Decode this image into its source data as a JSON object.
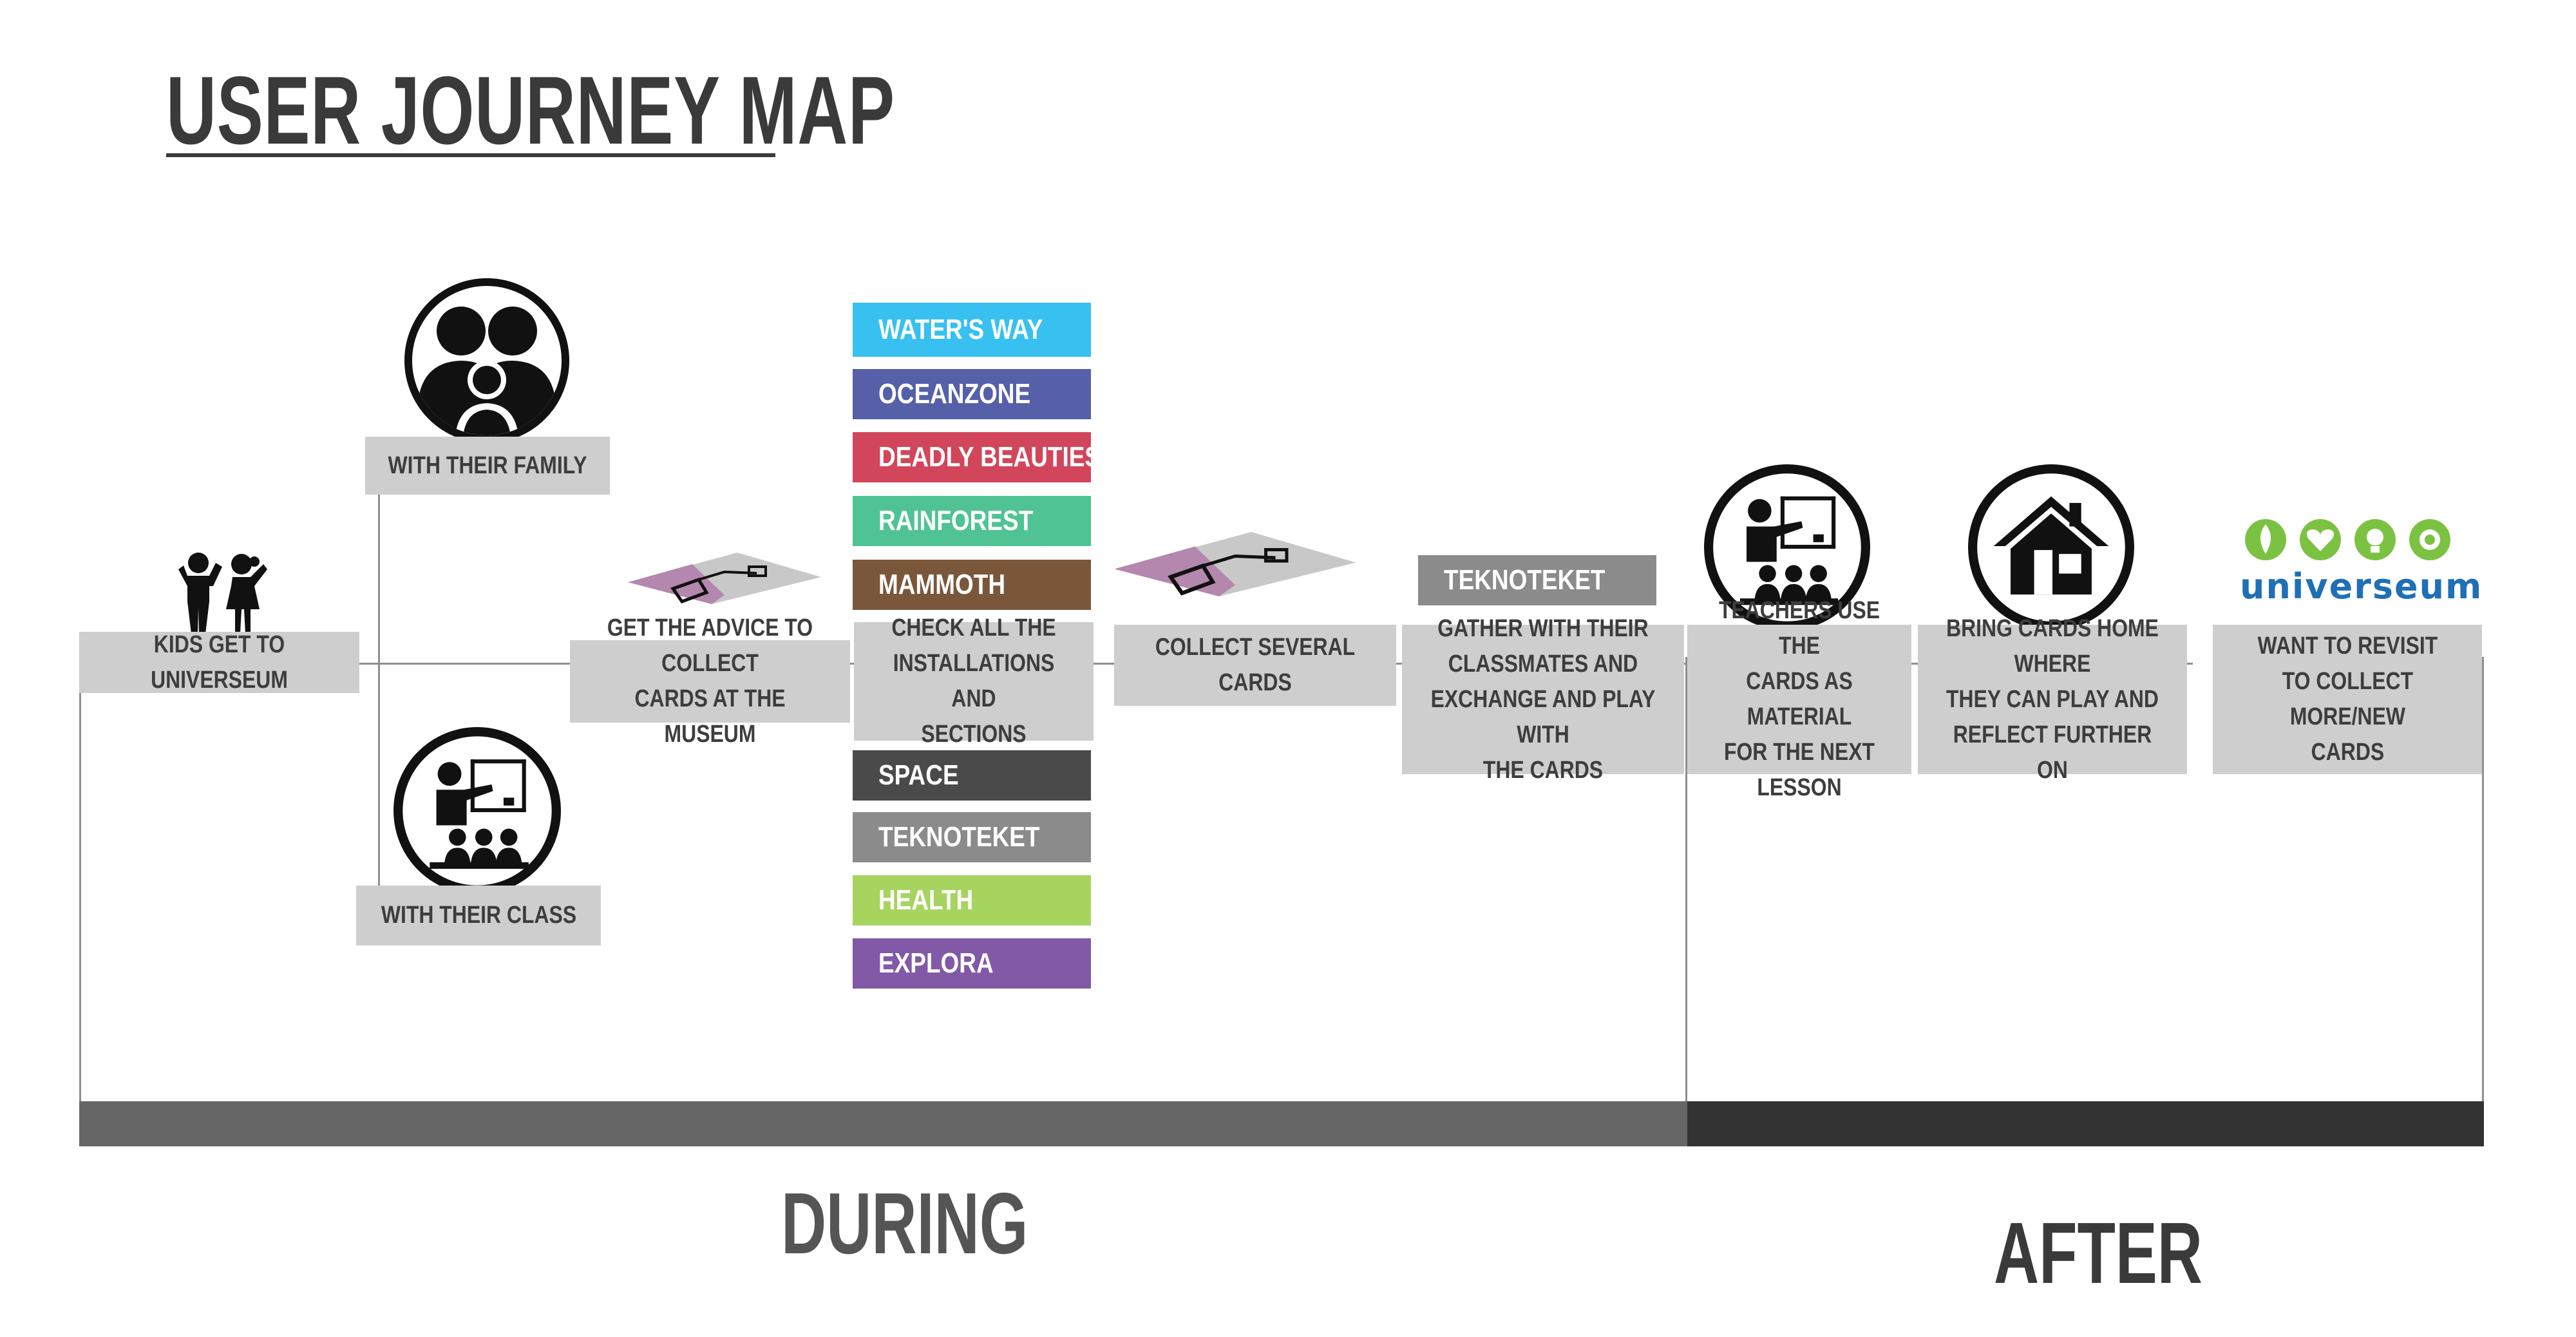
{
  "title": "USER JOURNEY MAP",
  "steps": {
    "kids": "KIDS GET TO UNIVERSEUM",
    "family": "WITH THEIR FAMILY",
    "class": "WITH THEIR CLASS",
    "advice": "GET THE ADVICE TO COLLECT\nCARDS AT THE MUSEUM",
    "check": "CHECK ALL THE\nINSTALLATIONS AND\nSECTIONS",
    "collect": "COLLECT SEVERAL CARDS",
    "gather": "GATHER WITH THEIR\nCLASSMATES AND\nEXCHANGE AND PLAY WITH\nTHE CARDS",
    "teachers": "TEACHERS USE THE\nCARDS AS MATERIAL\nFOR THE NEXT LESSON",
    "home": "BRING CARDS HOME WHERE\nTHEY CAN PLAY AND\nREFLECT FURTHER ON",
    "revisit": "WANT TO REVISIT\nTO COLLECT\nMORE/NEW\nCARDS"
  },
  "sections": [
    {
      "label": "WATER'S WAY",
      "color": "#38c0f0"
    },
    {
      "label": "OCEANZONE",
      "color": "#5560a8"
    },
    {
      "label": "DEADLY BEAUTIES",
      "color": "#d1465a"
    },
    {
      "label": "RAINFOREST",
      "color": "#4fc394"
    },
    {
      "label": "MAMMOTH",
      "color": "#7a573a"
    },
    {
      "label": "SPACE",
      "color": "#4a4a4a"
    },
    {
      "label": "TEKNOTEKET",
      "color": "#8b8b8b"
    },
    {
      "label": "HEALTH",
      "color": "#a6d45f"
    },
    {
      "label": "EXPLORA",
      "color": "#8159a7"
    }
  ],
  "teknoteket_tag": "TEKNOTEKET",
  "logo_text": "universeum",
  "phases": {
    "during": "DURING",
    "after": "AFTER"
  },
  "colors": {
    "during_bar": "#666666",
    "after_bar": "#333333",
    "logo_green": "#7cc242",
    "logo_blue": "#1f6fb5",
    "card_pink": "#b487ae",
    "card_grey": "#c8c8c8"
  },
  "icons": [
    "family-icon",
    "kids-icon",
    "teacher-class-icon",
    "map-card-icon",
    "teacher-icon",
    "house-icon",
    "universeum-logo"
  ]
}
